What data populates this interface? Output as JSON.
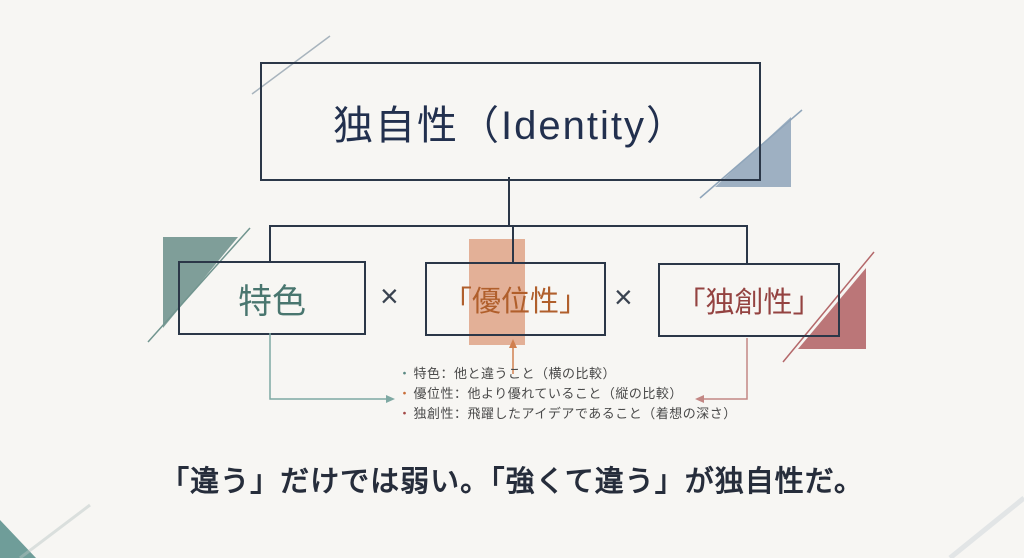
{
  "title_box": {
    "label": "独自性（Identity）"
  },
  "multiply_symbol": "×",
  "factors": [
    {
      "id": "feature",
      "label": "特色",
      "color": "#49766f"
    },
    {
      "id": "superiority",
      "label": "「優位性」",
      "color": "#b05f2c"
    },
    {
      "id": "originality",
      "label": "「独創性」",
      "color": "#944341"
    }
  ],
  "legend": [
    {
      "marker": "・",
      "text": "特色：他と違うこと（横の比較）",
      "color": "#5b8a84"
    },
    {
      "marker": "・",
      "text": "優位性：他より優れていること（縦の比較）",
      "color": "#c96f3a"
    },
    {
      "marker": "・",
      "text": "独創性：飛躍したアイデアであること（着想の深さ）",
      "color": "#a34a48"
    }
  ],
  "footer": {
    "text": "「違う」だけでは弱い。「強くて違う」が独自性だ。"
  },
  "colors": {
    "background": "#f7f6f3",
    "line": "#2b3748",
    "accent_teal": "#71958f",
    "accent_blue": "#93a9bd",
    "accent_red": "#b4686a",
    "accent_orange": "#d3764a"
  }
}
